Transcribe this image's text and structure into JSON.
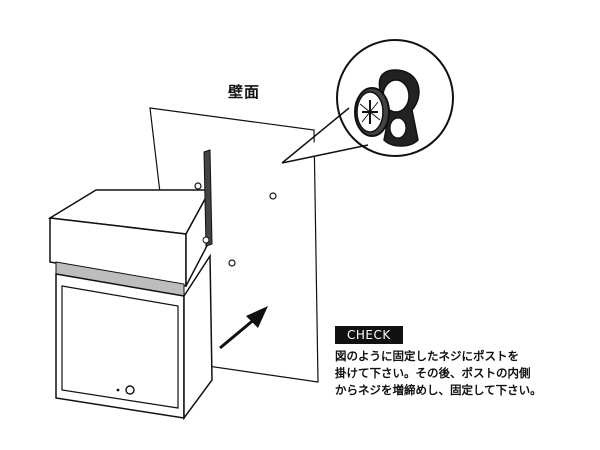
{
  "labels": {
    "wall": "壁面"
  },
  "check": {
    "badge": "CHECK",
    "lines": [
      "図のように固定したネジにポストを",
      "掛けて下さい。その後、ポストの内側",
      "からネジを増締めし、固定して下さい。"
    ]
  },
  "icons": {
    "wall_panel": "wall-panel",
    "mailbox": "mailbox",
    "screw_detail": "screw-keyhole-detail",
    "arrow": "arrow-up-right"
  }
}
